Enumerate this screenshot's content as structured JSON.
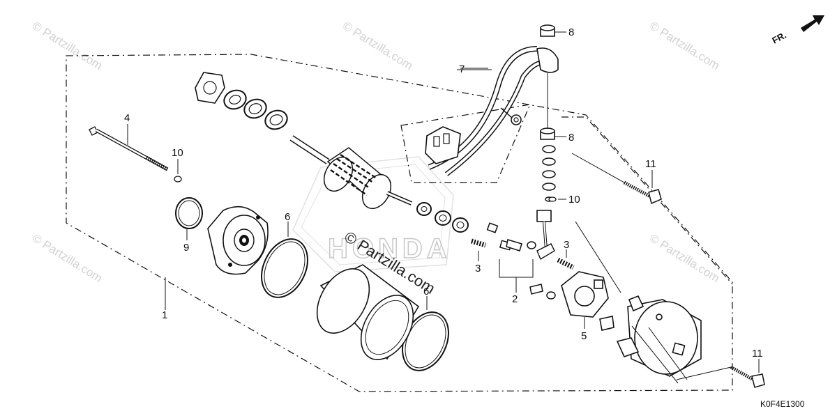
{
  "watermarks": {
    "top_left": "© Partzilla.com",
    "top_center": "© Partzilla.com",
    "top_right": "© Partzilla.com",
    "mid_left": "© Partzilla.com",
    "mid_right": "© Partzilla.com",
    "center": "© Partzilla.com"
  },
  "brand_logo": "HONDA",
  "direction_label": "FR.",
  "diagram_code": "K0F4E1300",
  "callouts": {
    "p1": "1",
    "p2": "2",
    "p3a": "3",
    "p3b": "3",
    "p4": "4",
    "p5": "5",
    "p6a": "6",
    "p6b": "6",
    "p7": "7",
    "p8a": "8",
    "p8b": "8",
    "p9": "9",
    "p10a": "10",
    "p10b": "10",
    "p11a": "11",
    "p11b": "11"
  },
  "colors": {
    "line": "#111111",
    "watermark": "#d2d2d2",
    "background": "#ffffff"
  }
}
